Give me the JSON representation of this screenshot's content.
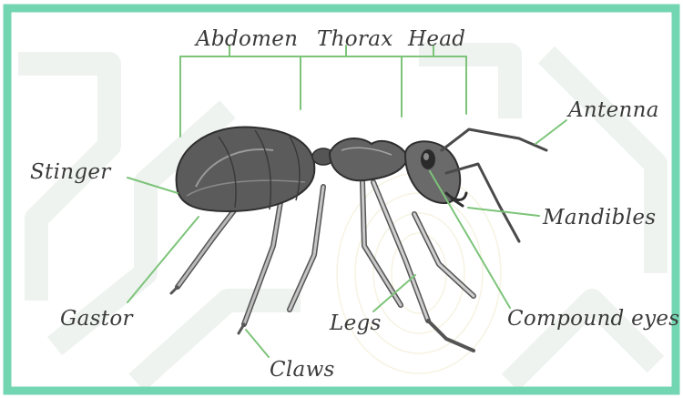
{
  "colors": {
    "frame": "#73d6b3",
    "leader": "#7dc47a",
    "label_text": "#3a3a3a",
    "watermark": "#eef3f0",
    "ant_body": "#5a5a5a"
  },
  "labels": {
    "abdomen": "Abdomen",
    "thorax": "Thorax",
    "head": "Head",
    "antenna": "Antenna",
    "stinger": "Stinger",
    "mandibles": "Mandibles",
    "gastor": "Gastor",
    "legs": "Legs",
    "compound_eyes": "Compound eyes",
    "claws": "Claws"
  }
}
